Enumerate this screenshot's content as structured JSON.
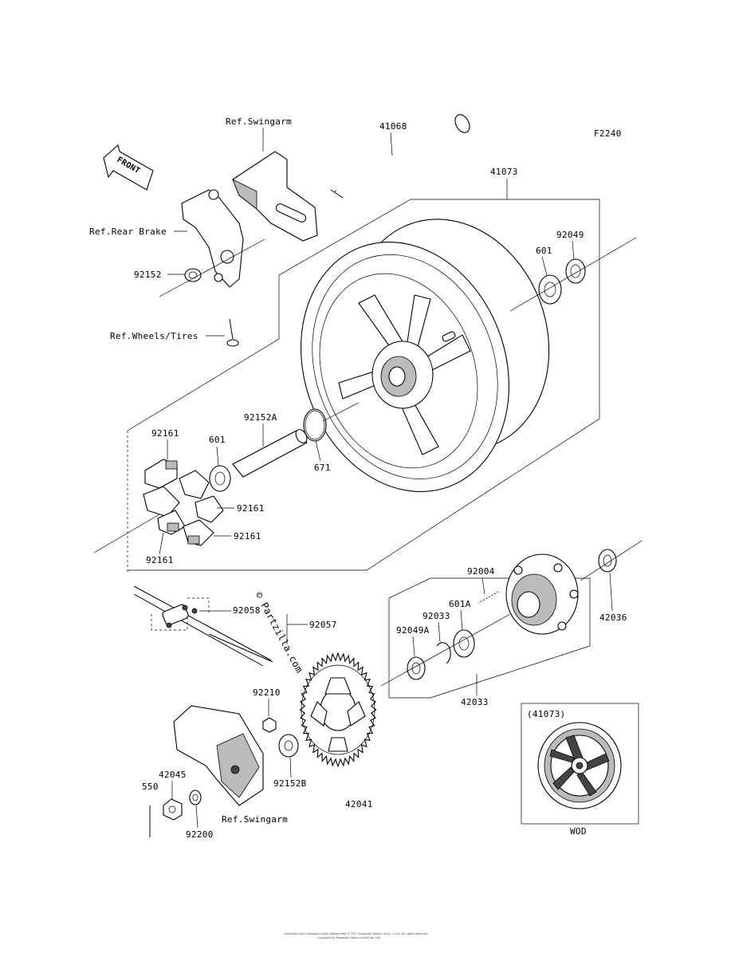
{
  "figure_code": "F2240",
  "front_label": "FRONT",
  "refs": {
    "swingarm_top": "Ref.Swingarm",
    "rear_brake": "Ref.Rear Brake",
    "wheels_tires": "Ref.Wheels/Tires",
    "swingarm_bottom": "Ref.Swingarm"
  },
  "parts": {
    "p41068": "41068",
    "p41073": "41073",
    "p92049": "92049",
    "p601_top": "601",
    "p92152": "92152",
    "p92161_a": "92161",
    "p601_left": "601",
    "p92152A": "92152A",
    "p671": "671",
    "p92161_b": "92161",
    "p92161_c": "92161",
    "p92161_d": "92161",
    "p92058": "92058",
    "p92057": "92057",
    "p92004": "92004",
    "p42036": "42036",
    "p92033": "92033",
    "p601A": "601A",
    "p92049A": "92049A",
    "p42033": "42033",
    "p92210": "92210",
    "p92152B": "92152B",
    "p42041": "42041",
    "p42045": "42045",
    "p550": "550",
    "p92200": "92200"
  },
  "inset": {
    "title": "(41073)",
    "caption": "WOD"
  },
  "watermark": "© Partzilla.com",
  "footer": {
    "line1": "Generated from Kawasaki parts catalog data © 2017 Kawasaki Motors Corp., U.S.A. All rights reserved.",
    "line2": "Copyright by Kawasaki Heavy Industries, Ltd."
  }
}
